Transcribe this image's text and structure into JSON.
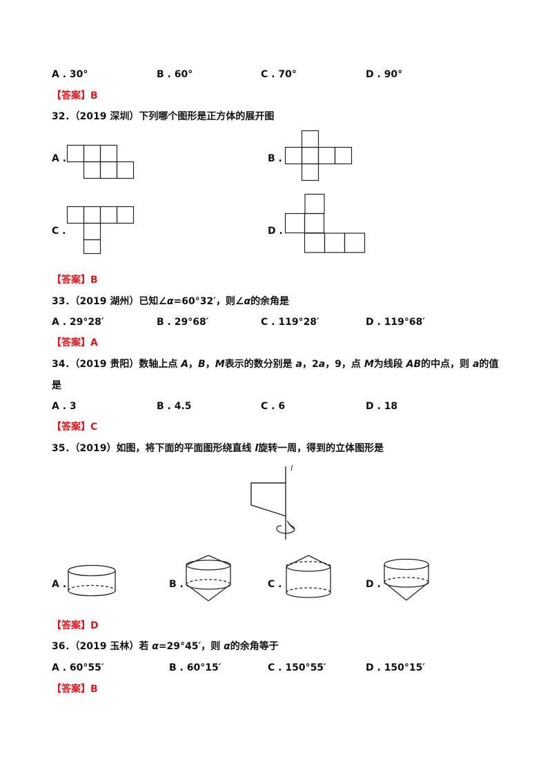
{
  "q31": {
    "options": [
      "A . 30°",
      "B . 60°",
      "C . 70°",
      "D . 90°"
    ],
    "answer": "【答案】B"
  },
  "q32": {
    "stem": "32．（2019 深圳）下列哪个图形是正方体的展开图",
    "labels": [
      "A .",
      "B .",
      "C .",
      "D ."
    ],
    "answer": "【答案】B"
  },
  "q33": {
    "stem_pre": "33．（2019 湖州）已知∠",
    "alpha": "α",
    "stem_mid": "=60°32′，则∠",
    "stem_post": "的余角是",
    "options": [
      "A . 29°28′",
      "B . 29°68′",
      "C . 119°28′",
      "D . 119°68′"
    ],
    "answer": "【答案】A"
  },
  "q34": {
    "p1": "34．（2019 贵阳）数轴上点 ",
    "A": "A",
    "sep": "，",
    "B": "B",
    "M": "M",
    "p2": "表示的数分别是 ",
    "a": "a",
    "p3": "，2",
    "p4": "，9，点 ",
    "p5": "为线段 ",
    "AB": "AB",
    "p6": "的中点，则 ",
    "p7": "的值",
    "line2": "是",
    "options": [
      "A . 3",
      "B . 4.5",
      "C . 6",
      "D . 18"
    ],
    "answer": "【答案】C"
  },
  "q35": {
    "stem_pre": "35．（2019）如图，将下面的平面图形绕直线 ",
    "l": "l",
    "stem_post": "旋转一周，得到的立体图形是",
    "axis_label": "l",
    "labels": [
      "A .",
      "B .",
      "C .",
      "D ."
    ],
    "answer": "【答案】D"
  },
  "q36": {
    "stem_pre": "36．（2019 玉林）若 ",
    "alpha": "α",
    "stem_mid": "=29°45′，则 ",
    "stem_post": "的余角等于",
    "options": [
      "A . 60°55′",
      "B . 60°15′",
      "C . 150°55′",
      "D . 150°15′"
    ],
    "answer": "【答案】B"
  }
}
